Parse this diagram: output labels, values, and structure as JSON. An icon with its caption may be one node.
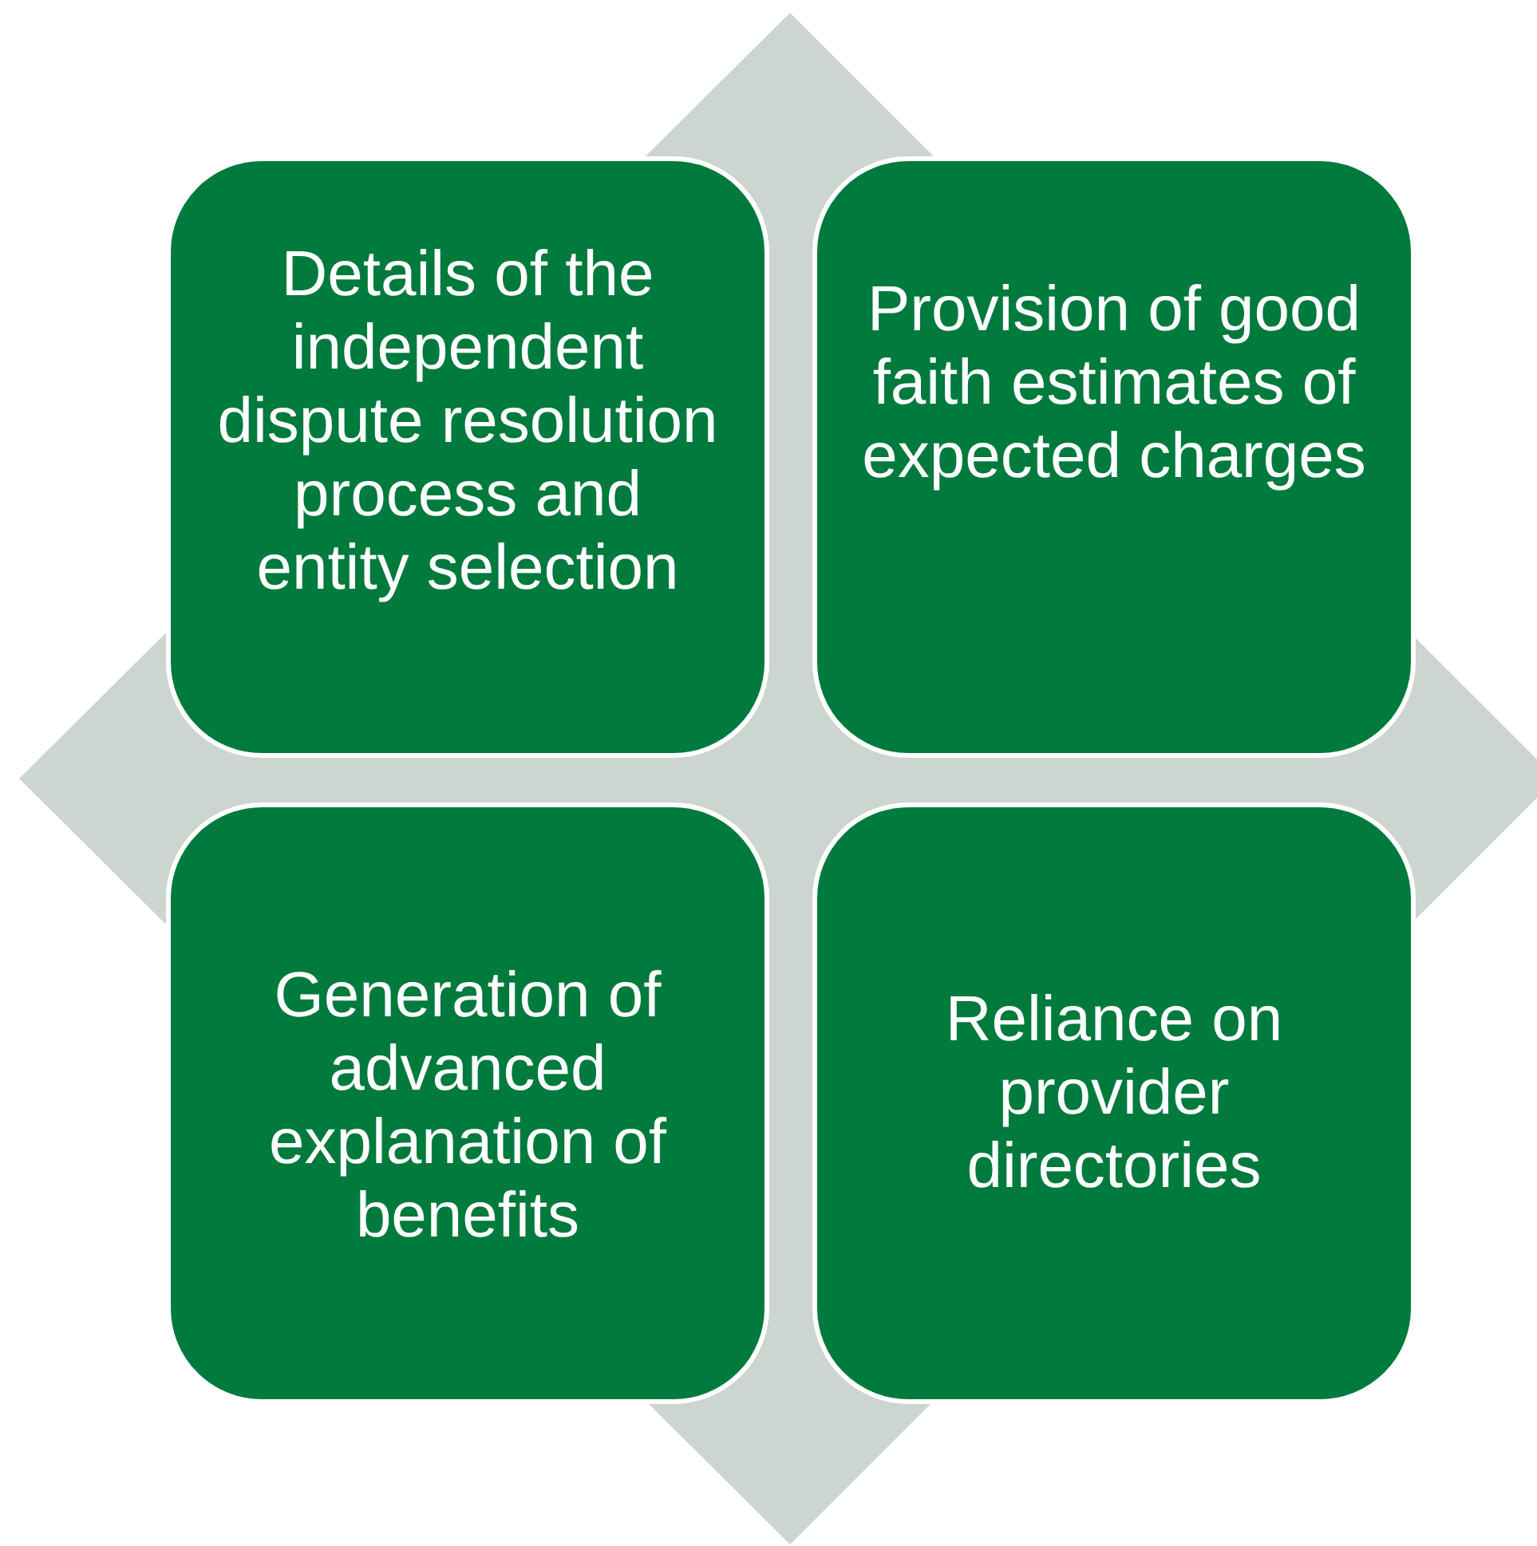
{
  "diagram": {
    "nodes": [
      {
        "text": [
          "Details of the independent dispute resolution process and entity selection"
        ]
      },
      {
        "text": [
          "Provision of good faith estimates of expected charges"
        ]
      },
      {
        "text": [
          "Generation of advanced explanation of benefits"
        ]
      },
      {
        "text": [
          "Reliance on provider directories"
        ]
      }
    ]
  }
}
